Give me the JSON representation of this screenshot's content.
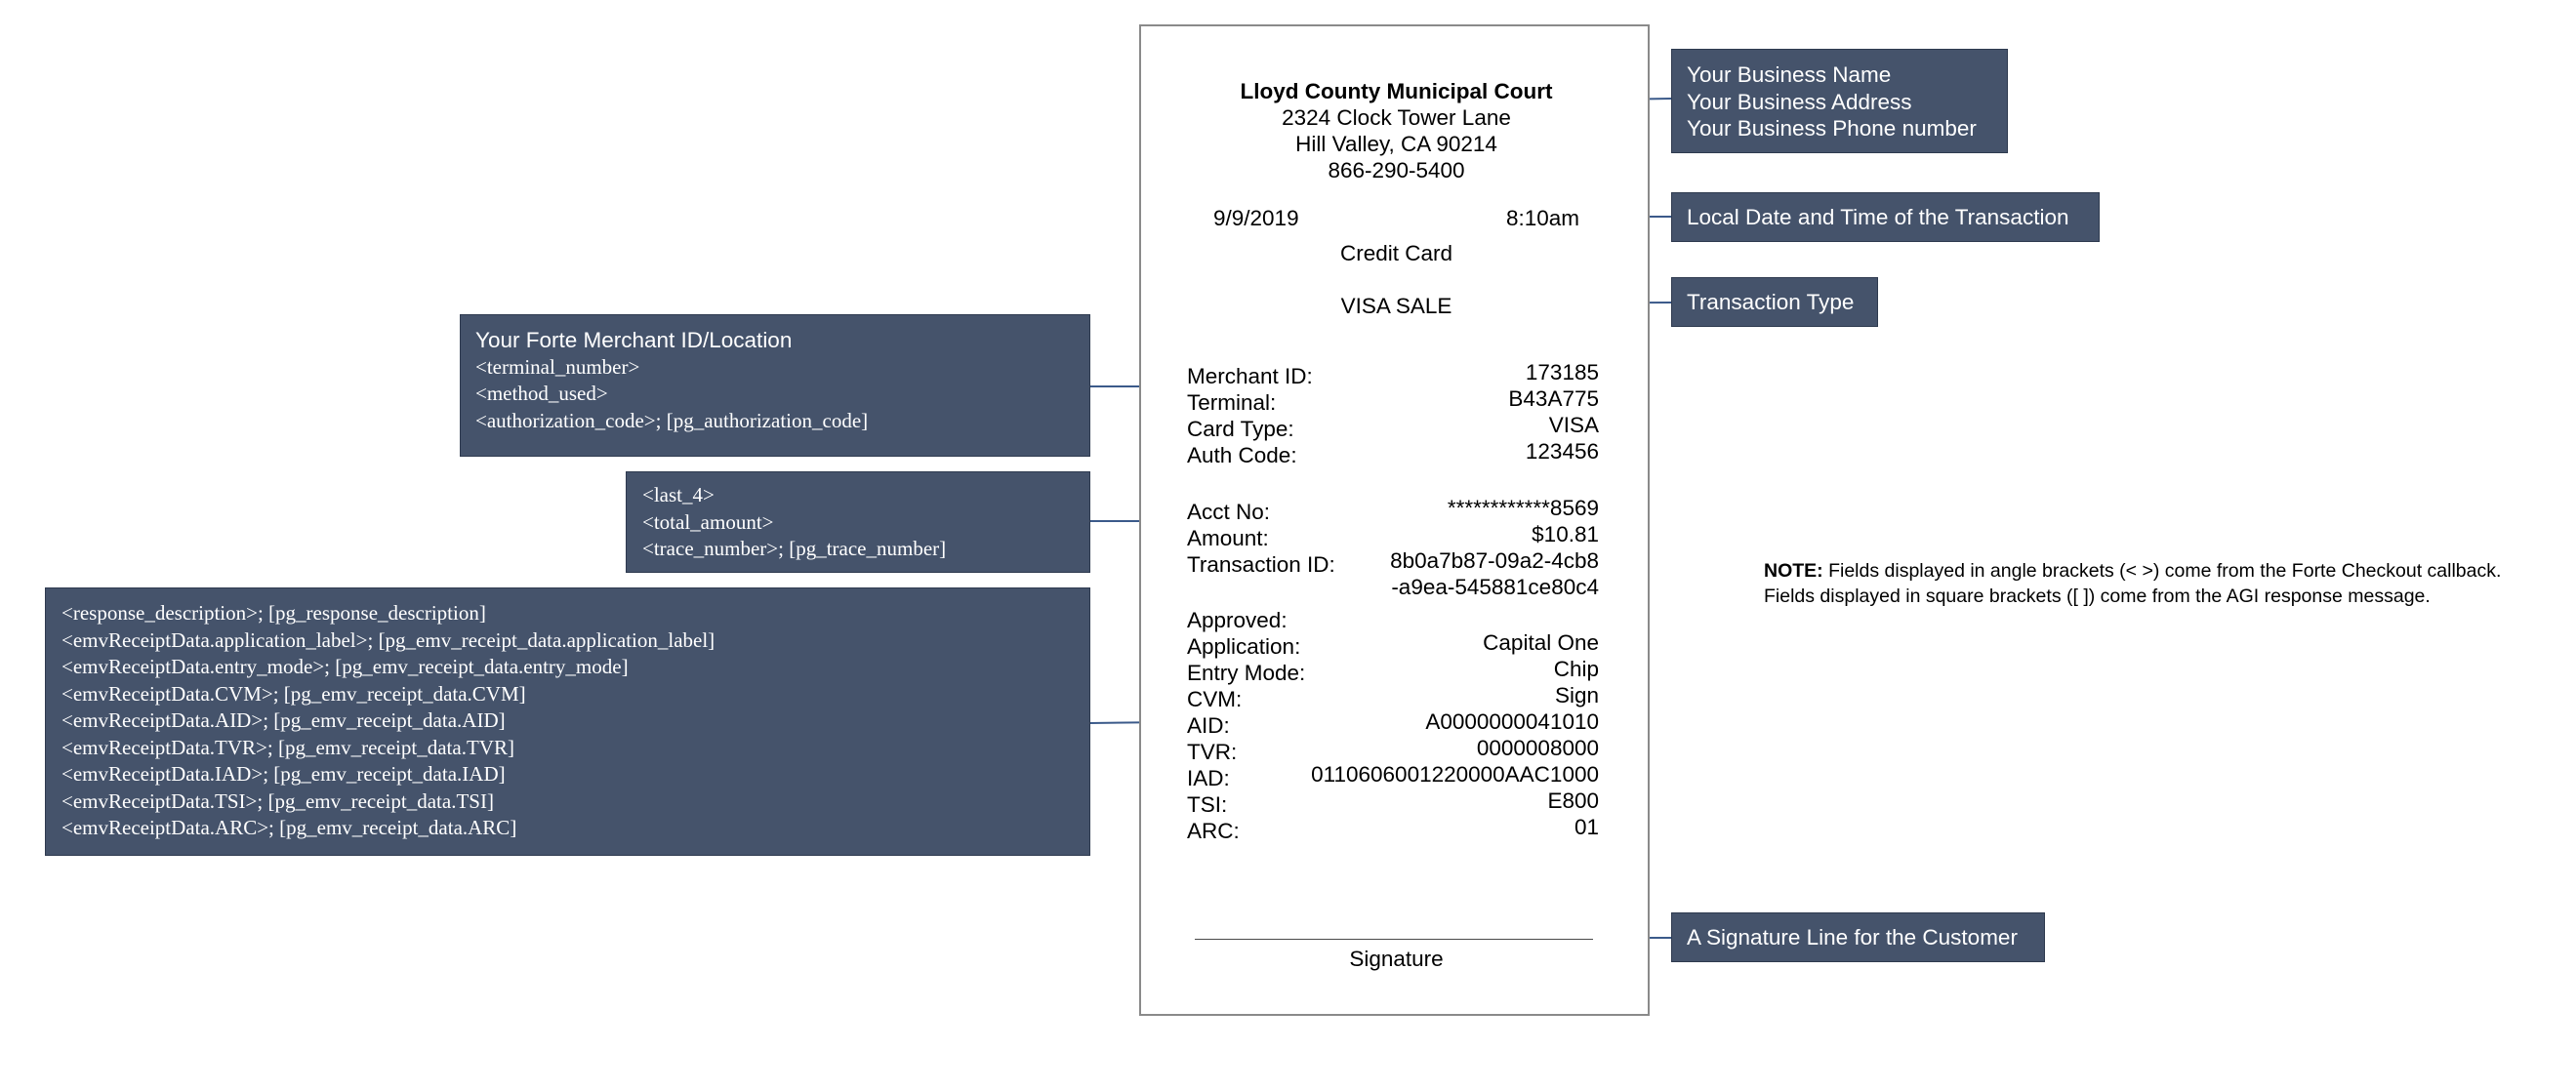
{
  "receipt": {
    "header": {
      "business_name": "Lloyd County Municipal Court",
      "address_line1": "2324 Clock Tower Lane",
      "address_line2": "Hill Valley, CA 90214",
      "phone": "866-290-5400"
    },
    "date": "9/9/2019",
    "time": "8:10am",
    "payment_method": "Credit Card",
    "transaction_type": "VISA SALE",
    "merchant_fields": [
      {
        "label": "Merchant ID:",
        "value": "173185"
      },
      {
        "label": "Terminal:",
        "value": "B43A775"
      },
      {
        "label": "Card Type:",
        "value": "VISA"
      },
      {
        "label": "Auth Code:",
        "value": "123456"
      }
    ],
    "amount_fields": [
      {
        "label": "Acct No:",
        "value": "************8569"
      },
      {
        "label": "Amount:",
        "value": "$10.81"
      },
      {
        "label": "Transaction ID:",
        "value": "8b0a7b87-09a2-4cb8"
      }
    ],
    "transaction_id_line2": "-a9ea-545881ce80c4",
    "emv_fields": [
      {
        "label": "Approved:",
        "value": ""
      },
      {
        "label": "Application:",
        "value": "Capital One"
      },
      {
        "label": "Entry Mode:",
        "value": "Chip"
      },
      {
        "label": "CVM:",
        "value": "Sign"
      },
      {
        "label": "AID:",
        "value": "A0000000041010"
      },
      {
        "label": "TVR:",
        "value": "0000008000"
      },
      {
        "label": "IAD:",
        "value": "0110606001220000AAC1000"
      },
      {
        "label": "TSI:",
        "value": "E800"
      },
      {
        "label": "ARC:",
        "value": "01"
      }
    ],
    "signature_label": "Signature"
  },
  "callouts": {
    "business": {
      "lines": [
        "Your Business Name",
        "Your Business Address",
        "Your Business Phone number"
      ]
    },
    "datetime": {
      "text": "Local Date and Time of the Transaction"
    },
    "txn_type": {
      "text": "Transaction Type"
    },
    "signature": {
      "text": "A Signature Line for the Customer"
    },
    "merchant": {
      "title": "Your Forte Merchant ID/Location",
      "lines": [
        "<terminal_number>",
        "<method_used>",
        "<authorization_code>; [pg_authorization_code]"
      ]
    },
    "amount": {
      "lines": [
        "<last_4>",
        "<total_amount>",
        "<trace_number>; [pg_trace_number]"
      ]
    },
    "emv": {
      "lines": [
        "<response_description>; [pg_response_description]",
        "<emvReceiptData.application_label>; [pg_emv_receipt_data.application_label]",
        "<emvReceiptData.entry_mode>; [pg_emv_receipt_data.entry_mode]",
        "<emvReceiptData.CVM>; [pg_emv_receipt_data.CVM]",
        "<emvReceiptData.AID>; [pg_emv_receipt_data.AID]",
        "<emvReceiptData.TVR>; [pg_emv_receipt_data.TVR]",
        "<emvReceiptData.IAD>; [pg_emv_receipt_data.IAD]",
        "<emvReceiptData.TSI>; [pg_emv_receipt_data.TSI]",
        "<emvReceiptData.ARC>; [pg_emv_receipt_data.ARC]"
      ]
    }
  },
  "note": {
    "label": "NOTE:",
    "line1": " Fields displayed in angle brackets (< >) come from the Forte Checkout callback.",
    "line2": "Fields displayed in square brackets ([ ]) come from the AGI response message."
  },
  "colors": {
    "callout_bg": "#45536b",
    "connector": "#3b5a8a",
    "receipt_border": "#8a8a8a"
  }
}
